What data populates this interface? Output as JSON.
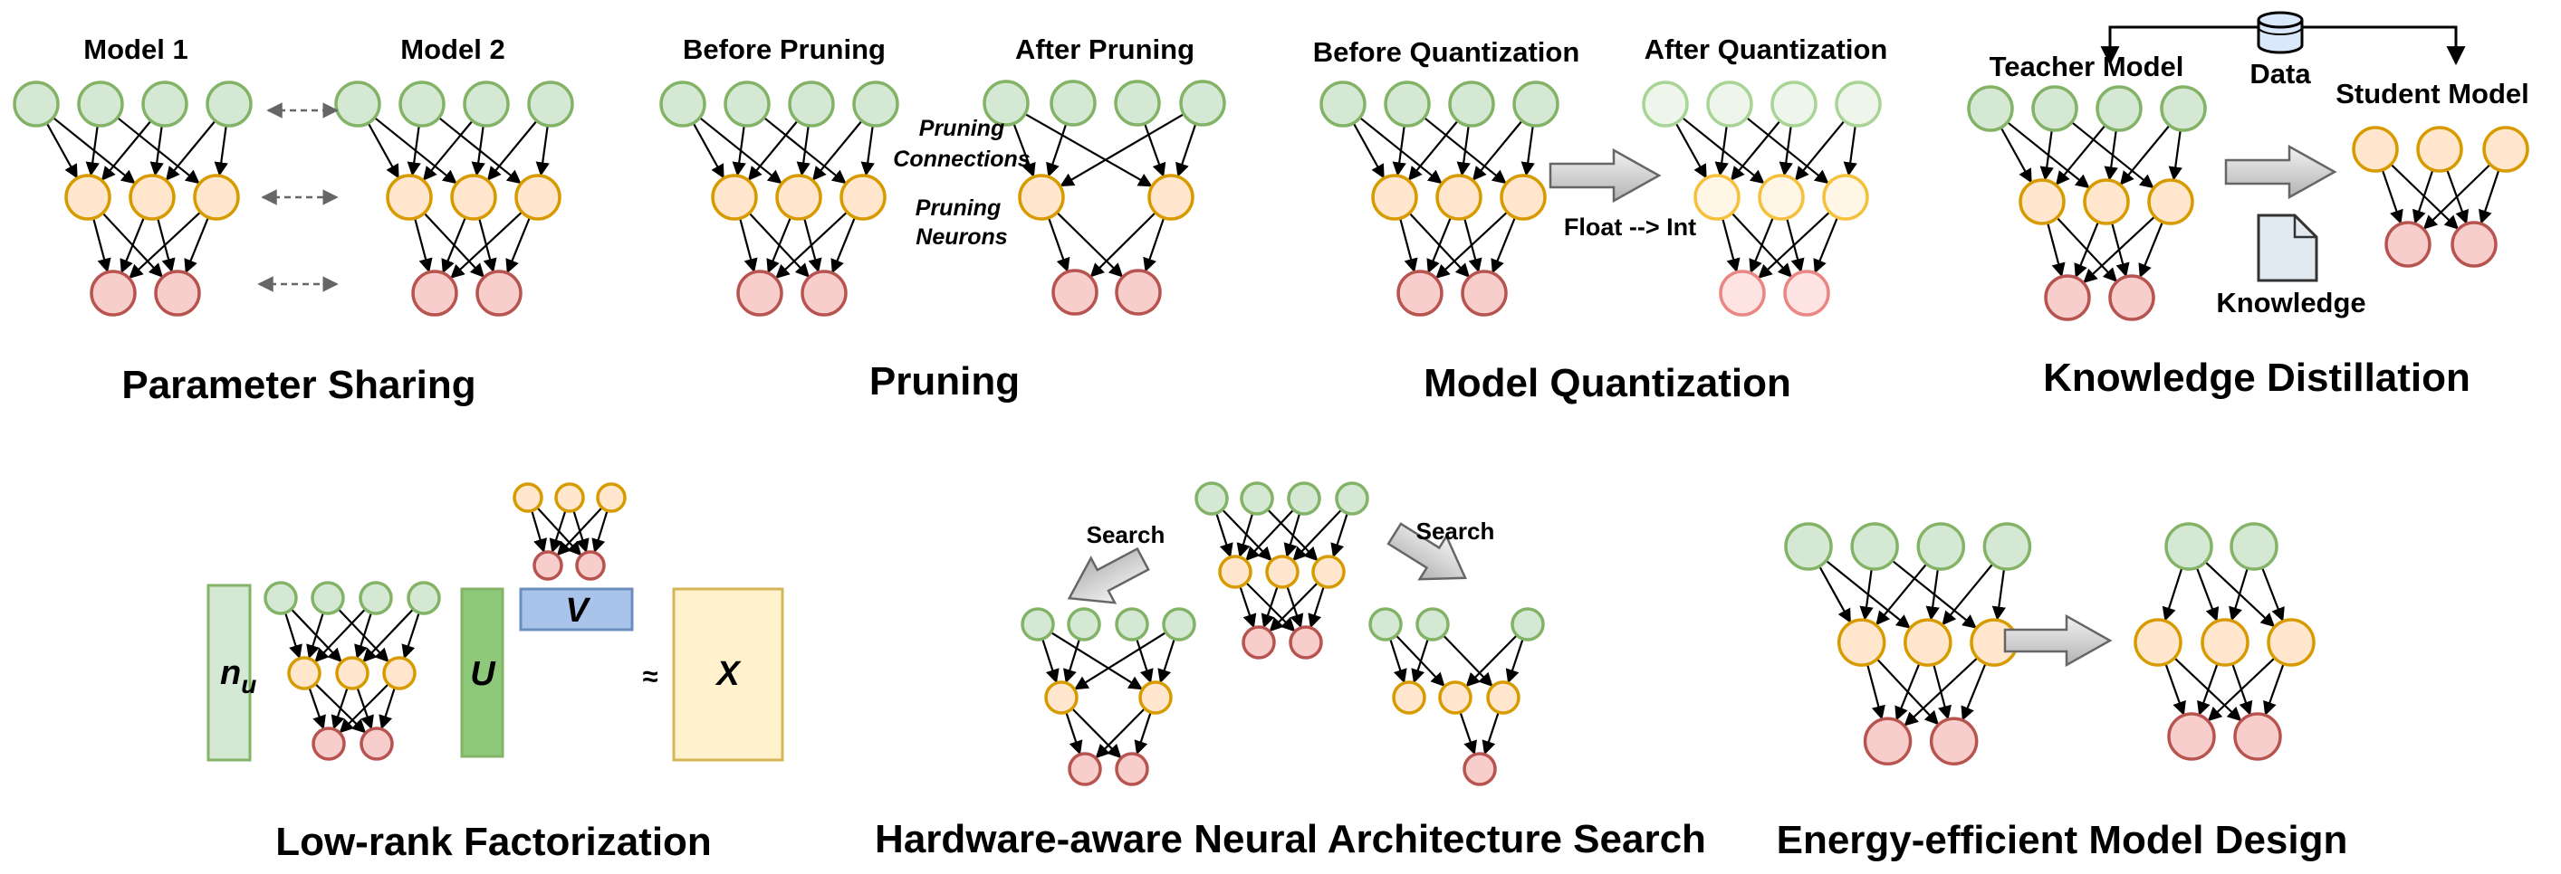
{
  "panels": {
    "parameter_sharing": {
      "title": "Parameter Sharing",
      "label_a": "Model 1",
      "label_b": "Model 2"
    },
    "pruning": {
      "title": "Pruning",
      "label_a": "Before Pruning",
      "label_b": "After Pruning",
      "note_connections_1": "Pruning",
      "note_connections_2": "Connections",
      "note_neurons_1": "Pruning",
      "note_neurons_2": "Neurons"
    },
    "quantization": {
      "title": "Model Quantization",
      "label_a": "Before Quantization",
      "label_b": "After Quantization",
      "arrow_label": "Float --> Int"
    },
    "distillation": {
      "title": "Knowledge Distillation",
      "teacher": "Teacher Model",
      "student": "Student Model",
      "data": "Data",
      "knowledge": "Knowledge"
    },
    "lowrank": {
      "title": "Low-rank Factorization",
      "nu": "n",
      "nu_sub": "u",
      "u": "U",
      "v": "V",
      "approx": "≈",
      "x": "X"
    },
    "nas": {
      "title": "Hardware-aware Neural Architecture Search",
      "search_left": "Search",
      "search_right": "Search"
    },
    "energy": {
      "title": "Energy-efficient Model Design"
    }
  },
  "colors": {
    "green_fill": "#d5e8d4",
    "green_stroke": "#82b366",
    "orange_fill": "#ffe6cc",
    "orange_stroke": "#d79b00",
    "red_fill": "#f8cecc",
    "red_stroke": "#b85450",
    "blue_fill": "#dae8fc",
    "blue_stroke": "#6c8ebf",
    "yellow_fill": "#fff2cc",
    "yellow_stroke": "#d6b656"
  },
  "icons": [
    "database-icon",
    "document-icon",
    "block-arrow-icon"
  ]
}
